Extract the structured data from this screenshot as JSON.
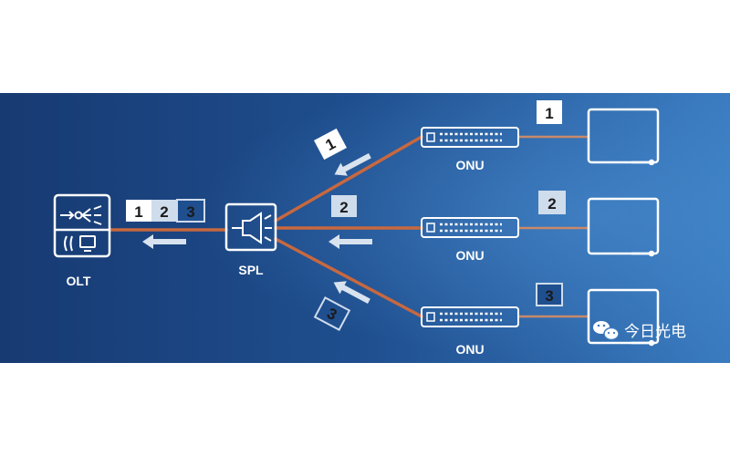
{
  "diagram": {
    "olt": {
      "label": "OLT"
    },
    "splitter": {
      "label": "SPL"
    },
    "onus": [
      {
        "label": "ONU",
        "id": "1"
      },
      {
        "label": "ONU",
        "id": "2"
      },
      {
        "label": "ONU",
        "id": "3"
      }
    ],
    "upstream_frames": [
      "1",
      "2",
      "3"
    ],
    "olt_frames": [
      "1",
      "2",
      "3"
    ]
  },
  "watermark": {
    "text": "今日光电"
  },
  "colors": {
    "background_dark": "#173a72",
    "background_light": "#3a7bc0",
    "fiber": "#c8683f",
    "link": "#c88a6a",
    "frame_white": "#ffffff",
    "frame_light": "#cfdcec",
    "frame_dark": "#1f4f8f"
  }
}
